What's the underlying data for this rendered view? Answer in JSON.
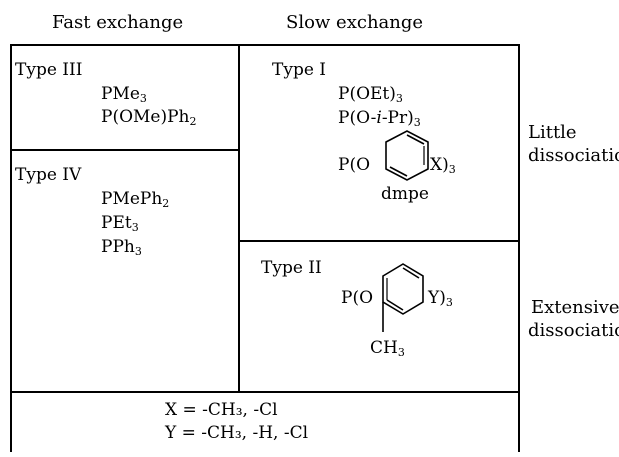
{
  "headers": {
    "fast": "Fast exchange",
    "slow": "Slow exchange"
  },
  "side": {
    "little_line1": "Little",
    "little_line2": "dissociation",
    "extensive_line1": "Extensive",
    "extensive_line2": "dissociation"
  },
  "type3": {
    "title": "Type III",
    "ligands": [
      {
        "main": "PMe",
        "sub": "3",
        "tail": ""
      },
      {
        "main": "P(OMe)Ph",
        "sub": "2",
        "tail": ""
      }
    ]
  },
  "type4": {
    "title": "Type IV",
    "ligands": [
      {
        "main": "PMePh",
        "sub": "2",
        "tail": ""
      },
      {
        "main": "PEt",
        "sub": "3",
        "tail": ""
      },
      {
        "main": "PPh",
        "sub": "3",
        "tail": ""
      }
    ]
  },
  "type1": {
    "title": "Type I",
    "ligand1_main": "P(OEt)",
    "ligand1_sub": "3",
    "ligand2_pre": "P(O-",
    "ligand2_ital": "i",
    "ligand2_post": "-Pr)",
    "ligand2_sub": "3",
    "ring_left": "P(O",
    "ring_right": "X)",
    "ring_right_sub": "3",
    "dmpe": "dmpe"
  },
  "type2": {
    "title": "Type II",
    "ring_left": "P(O",
    "ring_right": "Y)",
    "ring_right_sub": "3",
    "methyl_main": "CH",
    "methyl_sub": "3"
  },
  "footer": {
    "x_line": "X  =  -CH₃, -Cl",
    "y_line": "Y  =  -CH₃, -H, -Cl"
  }
}
